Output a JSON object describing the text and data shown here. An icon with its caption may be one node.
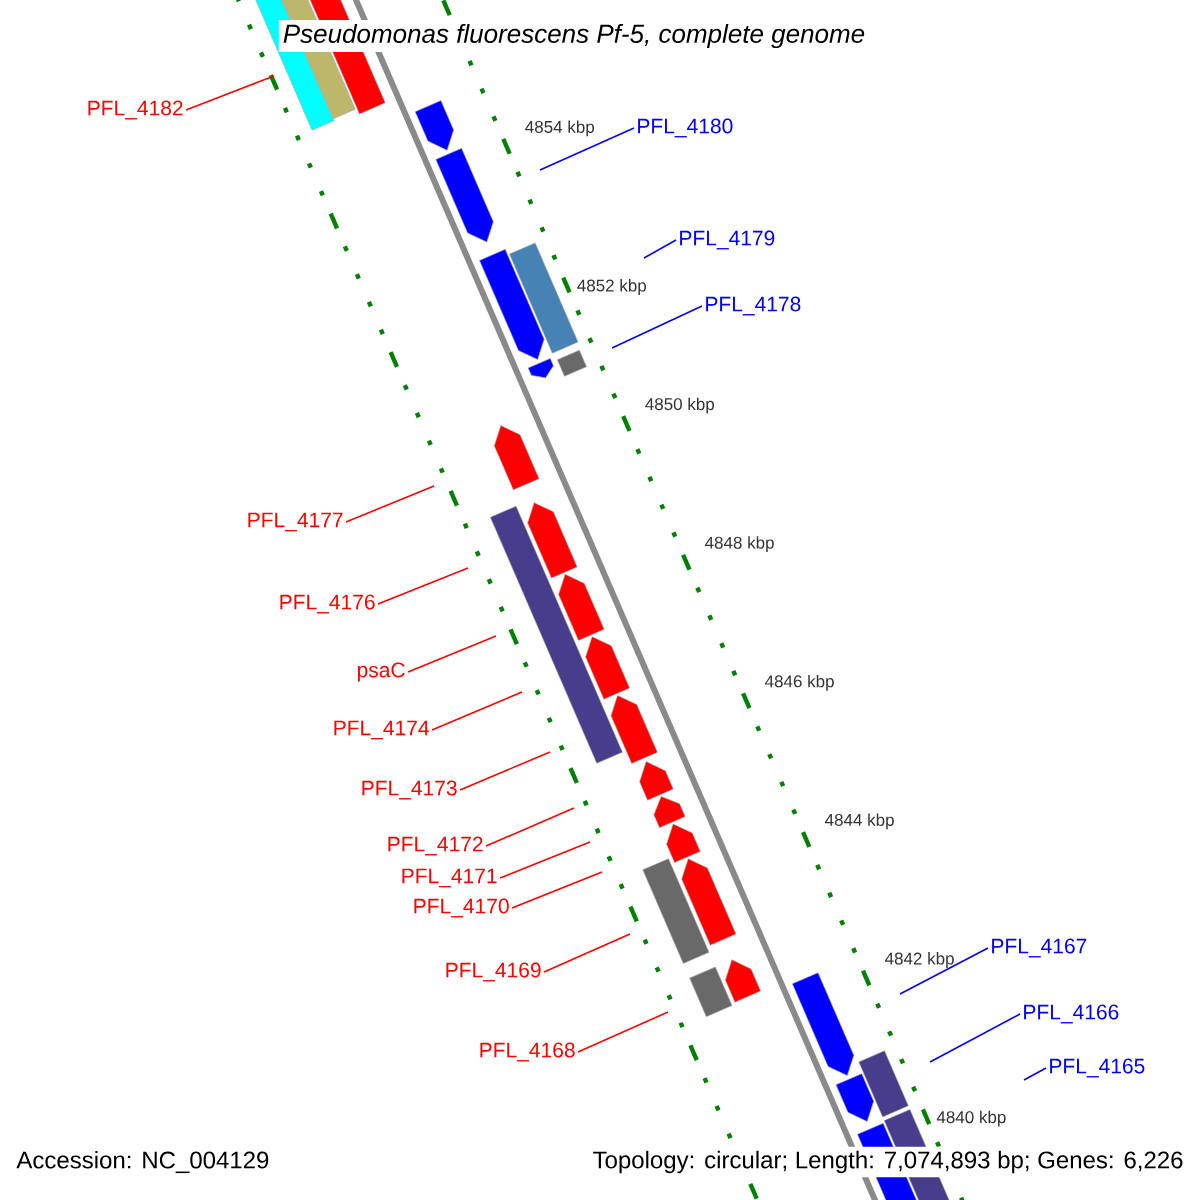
{
  "diagram": {
    "title": "Pseudomonas fluorescens Pf-5, complete genome",
    "nodes": [
      {
        "text": [
          "PFL_4182"
        ]
      },
      {
        "text": [
          "PFL_4180"
        ]
      },
      {
        "text": [
          "PFL_4179"
        ]
      },
      {
        "text": [
          "PFL_4178"
        ]
      },
      {
        "text": [
          "PFL_4177"
        ]
      },
      {
        "text": [
          "PFL_4176"
        ]
      },
      {
        "text": [
          "psaC"
        ]
      },
      {
        "text": [
          "PFL_4174"
        ]
      },
      {
        "text": [
          "PFL_4173"
        ]
      },
      {
        "text": [
          "PFL_4172"
        ]
      },
      {
        "text": [
          "PFL_4171"
        ]
      },
      {
        "text": [
          "PFL_4170"
        ]
      },
      {
        "text": [
          "PFL_4169"
        ]
      },
      {
        "text": [
          "PFL_4168"
        ]
      },
      {
        "text": [
          "PFL_4167"
        ]
      },
      {
        "text": [
          "PFL_4166"
        ]
      },
      {
        "text": [
          "PFL_4165"
        ]
      }
    ],
    "edges": [
      {
        "from": 0,
        "to": null,
        "arrow": "none"
      },
      {
        "from": 1,
        "to": null,
        "arrow": "none",
        "color": "#0000ff"
      },
      {
        "from": 2,
        "to": null,
        "arrow": "none",
        "color": "#0000ff"
      },
      {
        "from": 3,
        "to": null,
        "arrow": "none",
        "color": "#0000ff"
      },
      {
        "from": 4,
        "to": null,
        "arrow": "none"
      },
      {
        "from": 5,
        "to": null,
        "arrow": "none"
      },
      {
        "from": 6,
        "to": null,
        "arrow": "none"
      },
      {
        "from": 7,
        "to": null,
        "arrow": "none"
      },
      {
        "from": 8,
        "to": null,
        "arrow": "none"
      },
      {
        "from": 9,
        "to": null,
        "arrow": "none"
      },
      {
        "from": 10,
        "to": null,
        "arrow": "none"
      },
      {
        "from": 11,
        "to": null,
        "arrow": "none"
      },
      {
        "from": 12,
        "to": null,
        "arrow": "none"
      },
      {
        "from": 13,
        "to": null,
        "arrow": "none"
      },
      {
        "from": 14,
        "to": null,
        "arrow": "none",
        "color": "#0000ff"
      },
      {
        "from": 15,
        "to": null,
        "arrow": "none",
        "color": "#0000ff"
      },
      {
        "from": 16,
        "to": null,
        "arrow": "none",
        "color": "#0000ff"
      }
    ],
    "labels": [
      "4854 kbp",
      "4852 kbp",
      "4850 kbp",
      "4848 kbp",
      "4846 kbp",
      "4844 kbp",
      "4842 kbp",
      "4840 kbp",
      "Accession: NC_004129",
      "Topology: circular; Length: 7,074,893 bp; Genes: 6,226"
    ]
  }
}
